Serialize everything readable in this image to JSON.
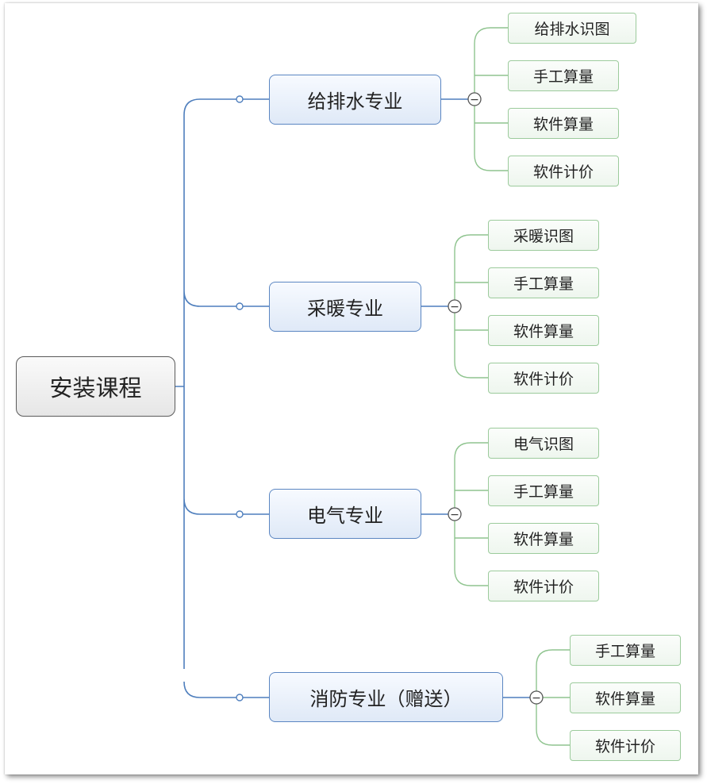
{
  "colors": {
    "blue_line": "#4f7fbd",
    "green_line": "#8fc48f",
    "root_border": "#5a5a5a"
  },
  "root": {
    "label": "安装课程"
  },
  "branches": [
    {
      "label": "给排水专业",
      "children": [
        "给排水识图",
        "手工算量",
        "软件算量",
        "软件计价"
      ]
    },
    {
      "label": "采暖专业",
      "children": [
        "采暖识图",
        "手工算量",
        "软件算量",
        "软件计价"
      ]
    },
    {
      "label": "电气专业",
      "children": [
        "电气识图",
        "手工算量",
        "软件算量",
        "软件计价"
      ]
    },
    {
      "label": "消防专业（赠送）",
      "children": [
        "手工算量",
        "软件算量",
        "软件计价"
      ]
    }
  ],
  "collapse_symbol": "−"
}
